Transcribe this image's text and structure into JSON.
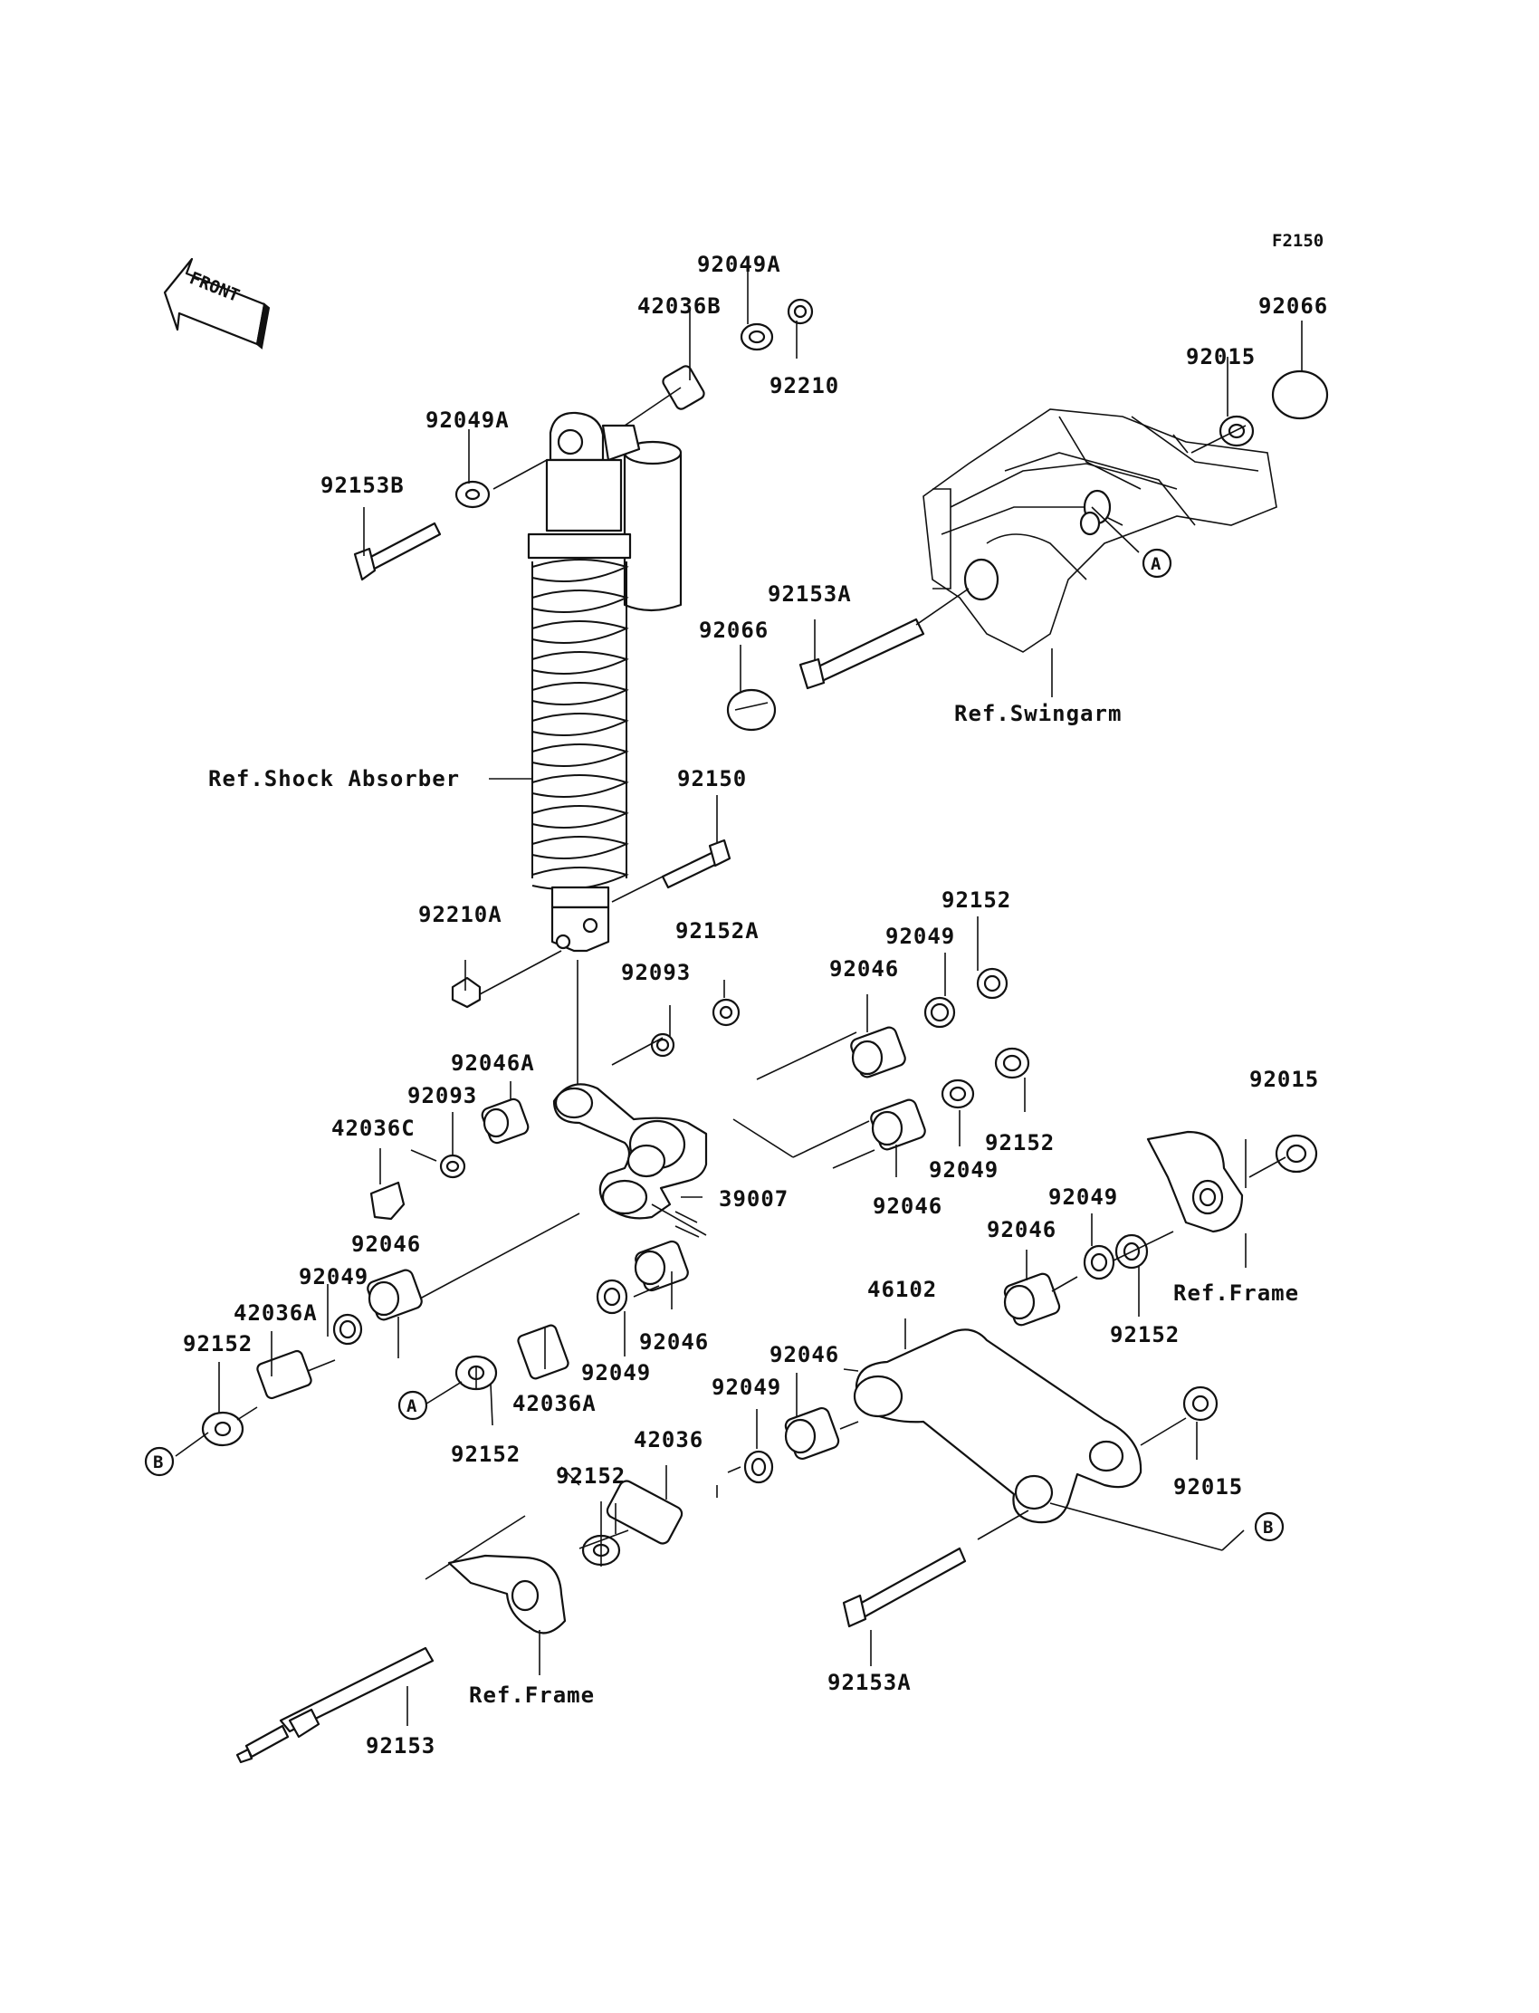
{
  "diagram_code": "F2150",
  "front_label": "FRONT",
  "refs": {
    "shock_absorber": "Ref.Shock Absorber",
    "swingarm": "Ref.Swingarm",
    "frame_right": "Ref.Frame",
    "frame_bottom": "Ref.Frame",
    "marker_a": "A",
    "marker_b": "B"
  },
  "labels": {
    "p92049A_top": "92049A",
    "p42036B": "42036B",
    "p92210": "92210",
    "p92066_top": "92066",
    "p92015_top": "92015",
    "p92049A_left": "92049A",
    "p92153B": "92153B",
    "p92153A_top": "92153A",
    "p92066_mid": "92066",
    "p92150": "92150",
    "p92210A": "92210A",
    "p92152_top": "92152",
    "p92049_top": "92049",
    "p92152A": "92152A",
    "p92046_top": "92046",
    "p92093_top": "92093",
    "p92046A": "92046A",
    "p92093_left": "92093",
    "p42036C": "42036C",
    "p92152_mid": "92152",
    "p92049_mid": "92049",
    "p39007": "39007",
    "p92046_mid": "92046",
    "p92015_right": "92015",
    "p92046_left": "92046",
    "p92049_right": "92049",
    "p92049_left": "92049",
    "p92046_right": "92046",
    "p42036A_left": "42036A",
    "p46102": "46102",
    "p92152_right": "92152",
    "p92152_left": "92152",
    "p92046_low": "92046",
    "p92049_low": "92049",
    "p42036A_mid": "42036A",
    "p92046_lowmid": "92046",
    "p92049_lowmid": "92049",
    "p92152_lowmid": "92152",
    "p42036": "42036",
    "p92152_bot": "92152",
    "p92015_bot": "92015",
    "p92153A_bot": "92153A",
    "p92153": "92153"
  }
}
